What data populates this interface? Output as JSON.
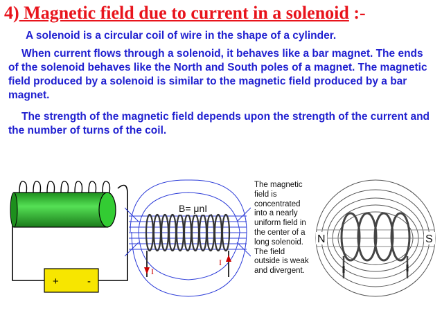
{
  "title": {
    "number": "4)",
    "text": " Magnetic field due to current in a solenoid",
    "suffix": " :-"
  },
  "paragraphs": {
    "p1": "A solenoid is a circular coil of wire in the shape of a cylinder.",
    "p2": "When current flows through a solenoid, it behaves like a bar magnet. The ends of the solenoid behaves like the North and South poles of a magnet. The magnetic field produced by a solenoid is similar to the magnetic field produced by a bar magnet.",
    "p3": "The strength of the magnetic field depends upon the strength of the current and the number of turns of the coil."
  },
  "figures": {
    "battery": {
      "plus": "+",
      "minus": "-"
    },
    "field": {
      "formula": "B= μnI",
      "current_left": "I",
      "current_right": "I"
    },
    "caption": "The magnetic field is concentrated into a nearly uniform field in the center of a long solenoid. The field outside is weak and divergent.",
    "poles": {
      "north": "N",
      "south": "S"
    }
  },
  "colors": {
    "title": "#e8141c",
    "body_text": "#1f1fd0",
    "coil_green": "#33cc33",
    "battery_yellow": "#f7e600",
    "field_lines": "#2b3bd8"
  }
}
